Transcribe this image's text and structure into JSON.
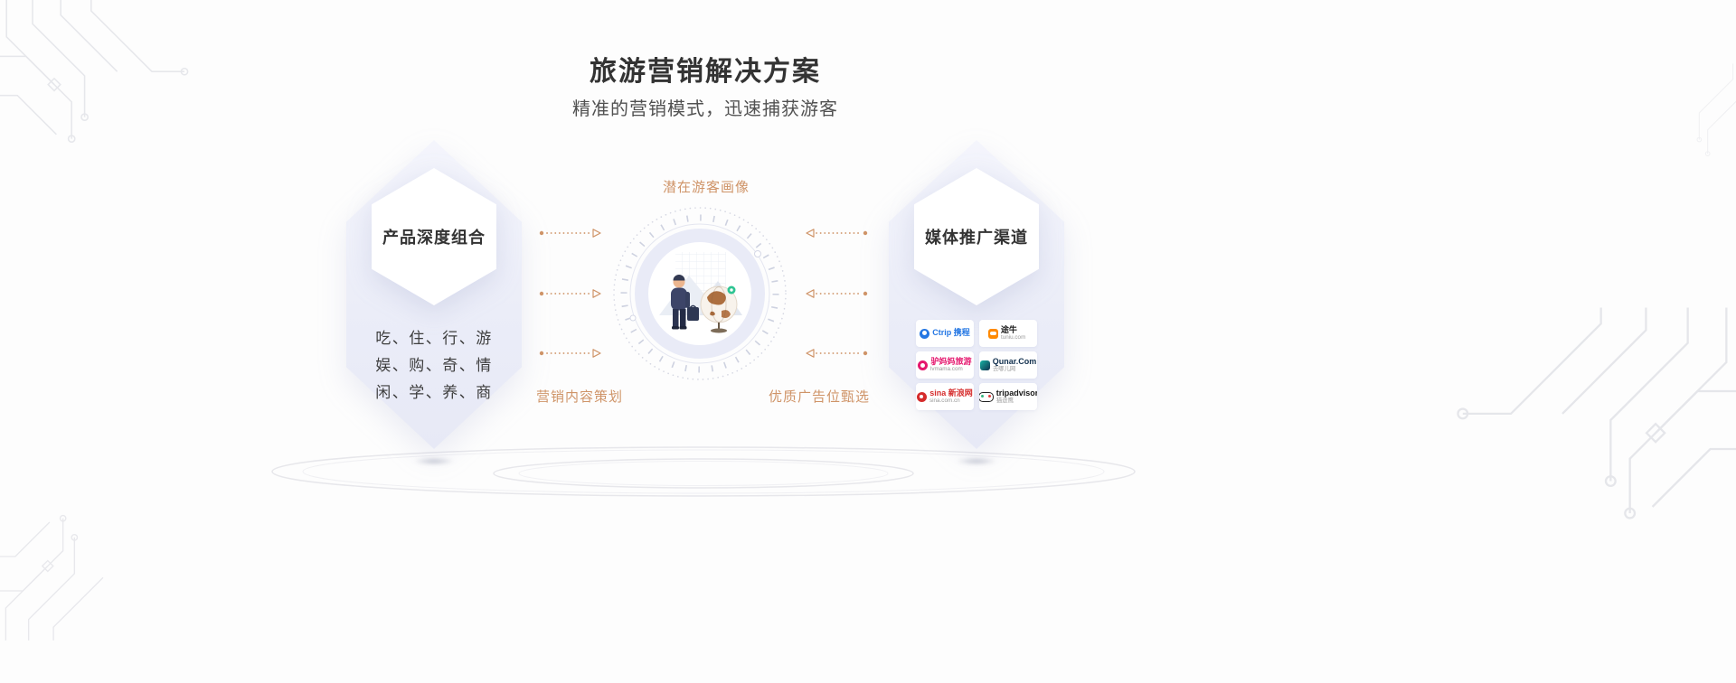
{
  "page": {
    "title": "旅游营销解决方案",
    "subtitle": "精准的营销模式，迅速捕获游客"
  },
  "left_card": {
    "title": "产品深度组合",
    "lines": [
      "吃、住、行、游",
      "娱、购、奇、情",
      "闲、学、养、商"
    ]
  },
  "center_diagram": {
    "top_label": "潜在游客画像",
    "bottom_left_label": "营销内容策划",
    "bottom_right_label": "优质广告位甄选"
  },
  "right_card": {
    "title": "媒体推广渠道",
    "logos": [
      {
        "name": "ctrip",
        "icon": "ctrip-dolphin-icon",
        "text": "Ctrip 携程",
        "sub": "",
        "color": "#2577e3"
      },
      {
        "name": "tuniu",
        "icon": "tuniu-cow-icon",
        "text": "途牛",
        "sub": "tuniu.com",
        "color": "#222222"
      },
      {
        "name": "lvmama",
        "icon": "lvmama-donkey-icon",
        "text": "驴妈妈旅游",
        "sub": "lvmama.com",
        "color": "#e5176e"
      },
      {
        "name": "qunar",
        "icon": "qunar-camel-icon",
        "text": "Qunar.Com",
        "sub": "去哪儿网",
        "color": "#12304e"
      },
      {
        "name": "sina",
        "icon": "sina-eye-icon",
        "text": "sina 新浪网",
        "sub": "sina.com.cn",
        "color": "#d52b2b"
      },
      {
        "name": "tripadvisor",
        "icon": "tripadvisor-owl-icon",
        "text": "tripadvisor",
        "sub": "猫途鹰",
        "color": "#191919"
      }
    ]
  },
  "colors": {
    "accent_orange": "#cf9468",
    "card_hex_bg": "#ebedf8",
    "title_text": "#333333",
    "subtitle_text": "#515151",
    "pin_green": "#2ec492"
  }
}
